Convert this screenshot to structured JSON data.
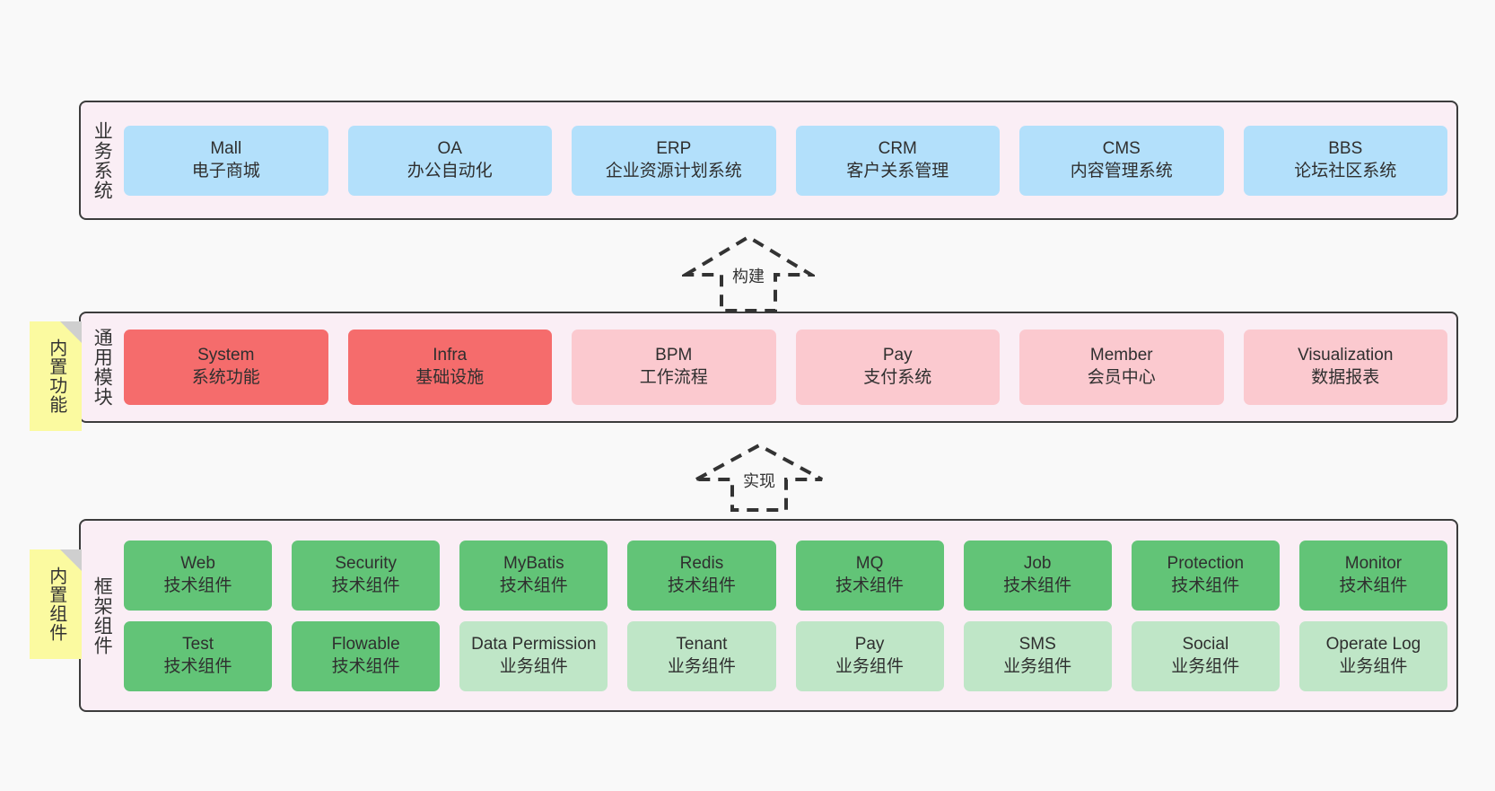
{
  "diagram": {
    "background_color": "#f9f9f9",
    "layer_fill": "#faeef5",
    "layer_border": "#3c3c3c",
    "note_color": "#fbfaa0"
  },
  "layers": [
    {
      "id": "business",
      "title": "业务系统",
      "rows": [
        {
          "cards": [
            {
              "name": "Mall",
              "sub": "电子商城",
              "color": "#b3e0fb",
              "style": "blue"
            },
            {
              "name": "OA",
              "sub": "办公自动化",
              "color": "#b3e0fb",
              "style": "blue"
            },
            {
              "name": "ERP",
              "sub": "企业资源计划系统",
              "color": "#b3e0fb",
              "style": "blue"
            },
            {
              "name": "CRM",
              "sub": "客户关系管理",
              "color": "#b3e0fb",
              "style": "blue"
            },
            {
              "name": "CMS",
              "sub": "内容管理系统",
              "color": "#b3e0fb",
              "style": "blue"
            },
            {
              "name": "BBS",
              "sub": "论坛社区系统",
              "color": "#b3e0fb",
              "style": "blue"
            }
          ]
        }
      ]
    },
    {
      "id": "common",
      "title": "通用模块",
      "note": "内置功能",
      "rows": [
        {
          "cards": [
            {
              "name": "System",
              "sub": "系统功能",
              "color": "#f56c6c",
              "style": "red"
            },
            {
              "name": "Infra",
              "sub": "基础设施",
              "color": "#f56c6c",
              "style": "red"
            },
            {
              "name": "BPM",
              "sub": "工作流程",
              "color": "#fbc9cf",
              "style": "pink"
            },
            {
              "name": "Pay",
              "sub": "支付系统",
              "color": "#fbc9cf",
              "style": "pink"
            },
            {
              "name": "Member",
              "sub": "会员中心",
              "color": "#fbc9cf",
              "style": "pink"
            },
            {
              "name": "Visualization",
              "sub": "数据报表",
              "color": "#fbc9cf",
              "style": "pink"
            }
          ]
        }
      ]
    },
    {
      "id": "framework",
      "title": "框架组件",
      "note": "内置组件",
      "rows": [
        {
          "cards": [
            {
              "name": "Web",
              "sub": "技术组件",
              "color": "#62c477",
              "style": "green"
            },
            {
              "name": "Security",
              "sub": "技术组件",
              "color": "#62c477",
              "style": "green"
            },
            {
              "name": "MyBatis",
              "sub": "技术组件",
              "color": "#62c477",
              "style": "green"
            },
            {
              "name": "Redis",
              "sub": "技术组件",
              "color": "#62c477",
              "style": "green"
            },
            {
              "name": "MQ",
              "sub": "技术组件",
              "color": "#62c477",
              "style": "green"
            },
            {
              "name": "Job",
              "sub": "技术组件",
              "color": "#62c477",
              "style": "green"
            },
            {
              "name": "Protection",
              "sub": "技术组件",
              "color": "#62c477",
              "style": "green"
            },
            {
              "name": "Monitor",
              "sub": "技术组件",
              "color": "#62c477",
              "style": "green"
            }
          ]
        },
        {
          "cards": [
            {
              "name": "Test",
              "sub": "技术组件",
              "color": "#62c477",
              "style": "green"
            },
            {
              "name": "Flowable",
              "sub": "技术组件",
              "color": "#62c477",
              "style": "green"
            },
            {
              "name": "Data Permission",
              "sub": "业务组件",
              "color": "#bfe6c7",
              "style": "lightgrn"
            },
            {
              "name": "Tenant",
              "sub": "业务组件",
              "color": "#bfe6c7",
              "style": "lightgrn"
            },
            {
              "name": "Pay",
              "sub": "业务组件",
              "color": "#bfe6c7",
              "style": "lightgrn"
            },
            {
              "name": "SMS",
              "sub": "业务组件",
              "color": "#bfe6c7",
              "style": "lightgrn"
            },
            {
              "name": "Social",
              "sub": "业务组件",
              "color": "#bfe6c7",
              "style": "lightgrn"
            },
            {
              "name": "Operate Log",
              "sub": "业务组件",
              "color": "#bfe6c7",
              "style": "lightgrn"
            }
          ]
        }
      ]
    }
  ],
  "arrows": [
    {
      "id": "build",
      "label": "构建"
    },
    {
      "id": "implement",
      "label": "实现"
    }
  ]
}
